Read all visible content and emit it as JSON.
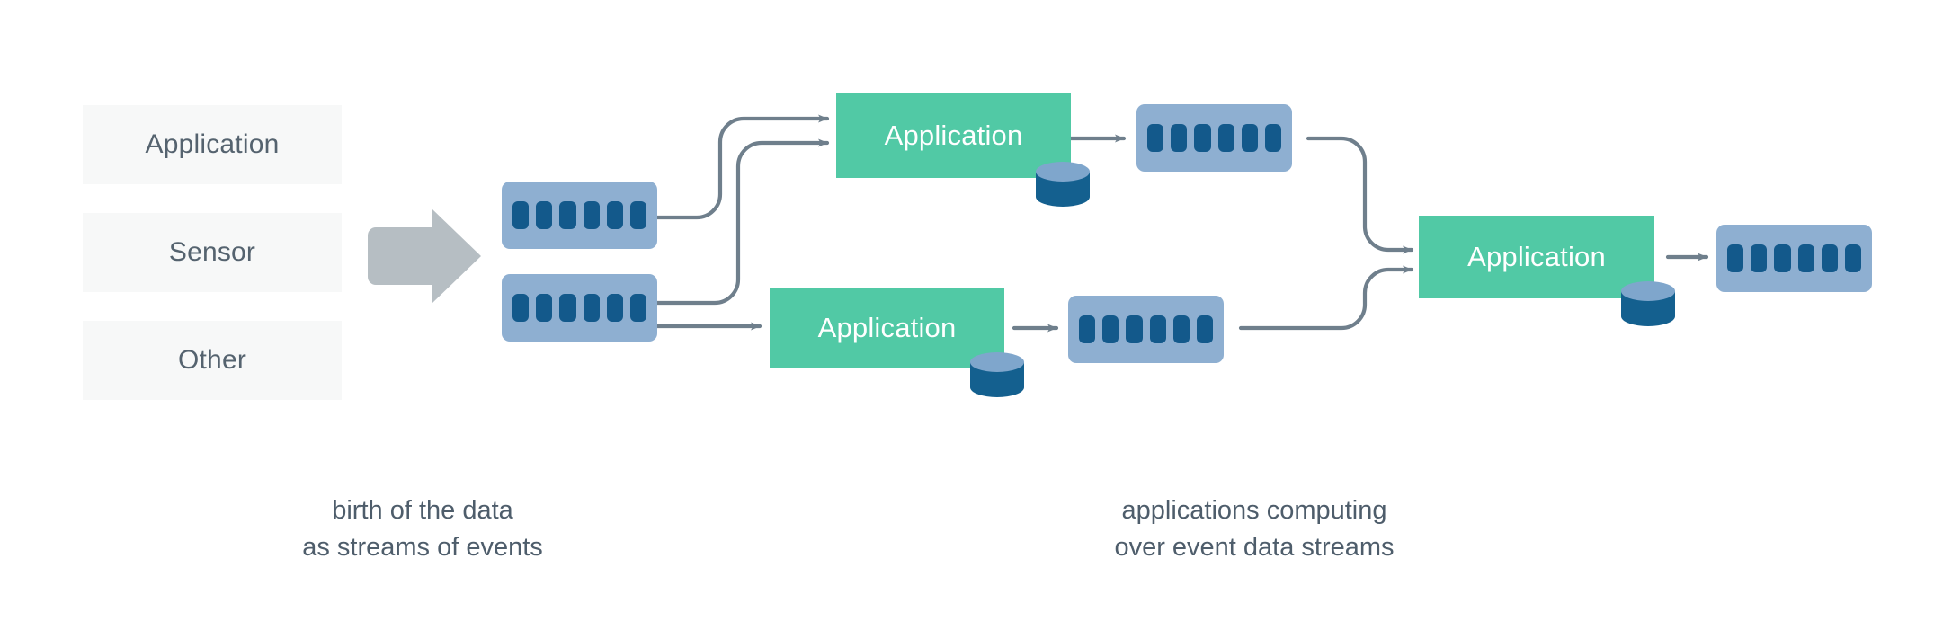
{
  "diagram": {
    "title": "event streaming data flow",
    "colors": {
      "stream_outer": "#8EAFD1",
      "stream_bar": "#13598B",
      "application": "#51C9A5",
      "application_text": "#FFFFFF",
      "source_box": "#F7F8F8",
      "source_text": "#55636F",
      "arrow_gray": "#B6BEC3",
      "connector": "#6F7F8C",
      "caption_text": "#4E5D6B",
      "db_top": "#7FA6CC",
      "db_body": "#14608F"
    },
    "sources": [
      {
        "label": "Application"
      },
      {
        "label": "Sensor"
      },
      {
        "label": "Other"
      }
    ],
    "big_arrow": {
      "name": "ingest-arrow"
    },
    "streams": [
      {
        "name": "source-stream-1",
        "bars": 6
      },
      {
        "name": "source-stream-2",
        "bars": 6
      },
      {
        "name": "app1-output-stream",
        "bars": 6
      },
      {
        "name": "app2-output-stream",
        "bars": 6
      },
      {
        "name": "app3-output-stream",
        "bars": 6
      }
    ],
    "applications": [
      {
        "name": "application-top",
        "label": "Application",
        "has_database": true
      },
      {
        "name": "application-bottom",
        "label": "Application",
        "has_database": true
      },
      {
        "name": "application-right",
        "label": "Application",
        "has_database": true
      }
    ],
    "captions": [
      {
        "name": "caption-left",
        "line1": "birth of the data",
        "line2": "as streams of events"
      },
      {
        "name": "caption-right",
        "line1": "applications computing",
        "line2": "over event data streams"
      }
    ]
  }
}
